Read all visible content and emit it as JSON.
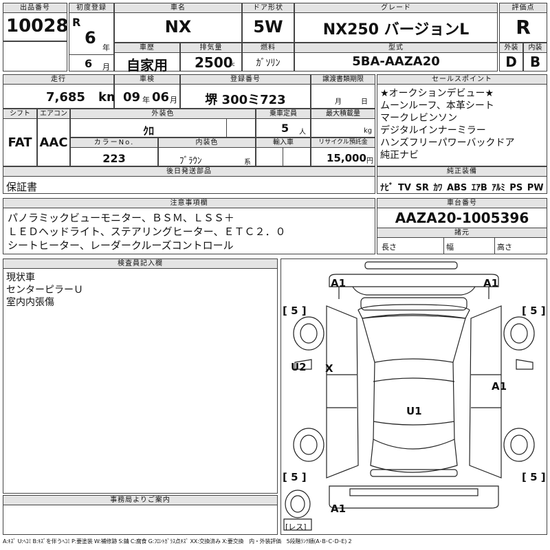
{
  "header": {
    "lot_label": "出品番号",
    "lot_number": "10028",
    "first_reg_label": "初度登録",
    "era": "R",
    "year": "6",
    "year_unit": "年",
    "month": "6",
    "month_unit": "月",
    "car_name_label": "車名",
    "car_name": "NX",
    "door_label": "ドア形状",
    "door": "5W",
    "grade_label": "グレード",
    "grade": "NX250 バージョンL",
    "score_label": "評価点",
    "score": "R",
    "history_label": "車歴",
    "history": "自家用",
    "displacement_label": "排気量",
    "displacement": "2500",
    "displacement_unit": "cc",
    "fuel_label": "燃料",
    "fuel": "ｶﾞｿﾘﾝ",
    "model_label": "型式",
    "model": "5BA-AAZA20",
    "exterior_label": "外装",
    "exterior": "D",
    "interior_label": "内装",
    "interior": "B"
  },
  "row2": {
    "mileage_label": "走行",
    "mileage": "7,685",
    "mileage_unit": "km",
    "inspection_label": "車検",
    "insp_year": "09",
    "insp_year_unit": "年",
    "insp_month": "06",
    "insp_month_unit": "月",
    "reg_label": "登録番号",
    "reg": "堺 300ミ723",
    "transfer_label": "譲渡書類期限",
    "transfer_month_unit": "月",
    "transfer_day_unit": "日",
    "shift_label": "シフト",
    "shift": "FAT",
    "ac_label": "エアコン",
    "ac": "AAC",
    "ext_color_label": "外装色",
    "ext_color": "ｸﾛ",
    "capacity_label": "乗車定員",
    "capacity": "5",
    "capacity_unit": "人",
    "max_load_label": "最大積載量",
    "max_load_unit": "kg",
    "color_no_label": "カラーNo.",
    "color_no": "223",
    "int_color_label": "内装色",
    "int_color": "ﾌﾞﾗｳﾝ",
    "int_color_suffix": "系",
    "import_label": "輸入車",
    "recycle_label": "リサイクル預託金",
    "recycle": "15,000",
    "recycle_unit": "円"
  },
  "sales_points": {
    "label": "セールスポイント",
    "lines": [
      "★オークションデビュー★",
      "ムーンルーフ、本革シート",
      "マークレビンソン",
      "デジタルインナーミラー",
      "ハンズフリーパワーバックドア",
      "純正ナビ"
    ]
  },
  "later_parts": {
    "label": "後日発送部品",
    "value": "保証書"
  },
  "equipment": {
    "label": "純正装備",
    "items": [
      "ﾅﾋﾞ",
      "TV",
      "SR",
      "ｶﾜ",
      "ABS",
      "ｴｱB",
      "ｱﾙﾐ",
      "PS",
      "PW"
    ]
  },
  "notes": {
    "label": "注意事項欄",
    "lines": [
      "パノラミックビューモニター、ＢＳＭ、ＬＳＳ＋",
      "ＬＥＤヘッドライト、ステアリングヒーター、ＥＴＣ２．０",
      "シートヒーター、レーダークルーズコントロール"
    ]
  },
  "chassis": {
    "label": "車台番号",
    "value": "AAZA20-1005396",
    "dims_label": "諸元",
    "length": "長さ",
    "width": "幅",
    "height": "高さ"
  },
  "inspector": {
    "label": "検査員記入欄",
    "lines": [
      "現状車",
      "センターピラーＵ",
      "室内内張傷"
    ]
  },
  "office": {
    "label": "事務局よりご案内"
  },
  "diagram": {
    "marks": [
      "A1",
      "A1",
      "[ 5 ]",
      "[ 5 ]",
      "U2",
      "X",
      "A1",
      "U1",
      "[ 5 ]",
      "[ 5 ]",
      "A1",
      "[レス]"
    ]
  },
  "legend": "A:ｷｽﾞ U:ﾍｺﾐ B:ｷｽﾞを伴うﾍｺﾐ P:要塗装 W:補修跡 S:錆 C:腐食 G:ﾌﾛﾝﾄｶﾞﾗｽ点ｷｽﾞ XX:交換済み X:要交換　内・外装評価　5段階ﾗﾝｸ順(A･B･C･D･E) 2"
}
